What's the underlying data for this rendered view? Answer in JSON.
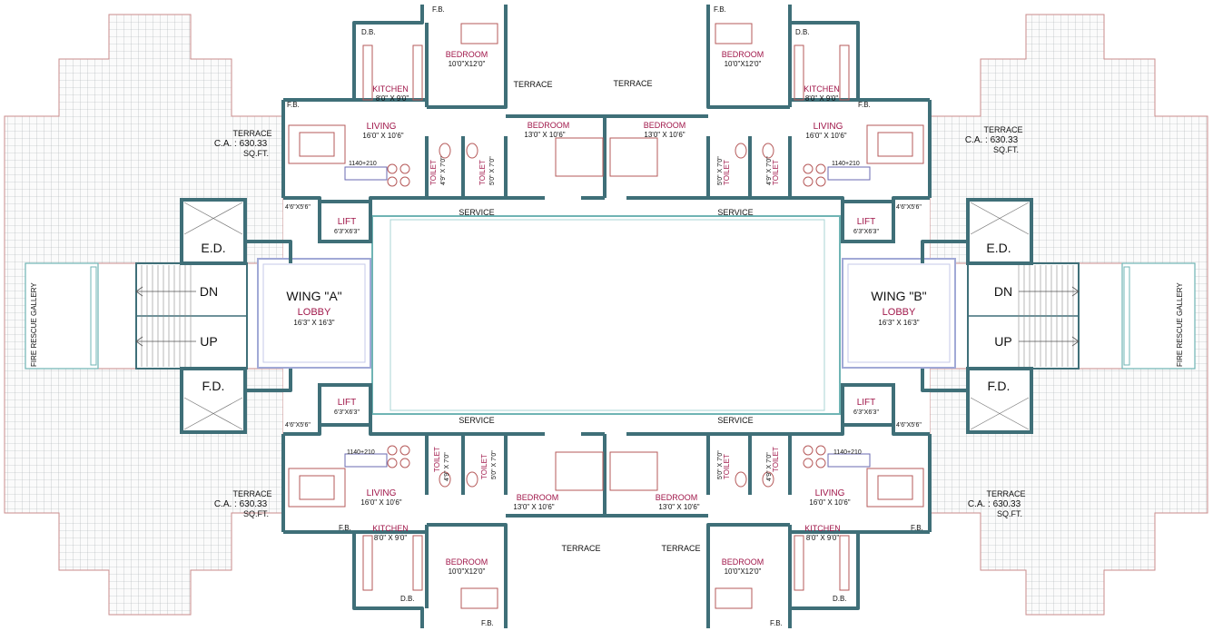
{
  "colors": {
    "wall": "#3f6f78",
    "wall_dark": "#2f5860",
    "grid": "#9aa3a7",
    "grid_fill": "#fbfbfb",
    "terrace_outline": "#c98b8b",
    "room_label": "#a0174a",
    "label_black": "#111111",
    "core_outline": "#6fb4b4",
    "furniture": "#b65a5a"
  },
  "wings": {
    "a": {
      "title": "WING \"A\"",
      "lobby": "LOBBY",
      "lobby_dim": "16'3\" X 16'3\""
    },
    "b": {
      "title": "WING \"B\"",
      "lobby": "LOBBY",
      "lobby_dim": "16'3\" X 16'3\""
    }
  },
  "stairs": {
    "dn": "DN",
    "up": "UP",
    "ed": "E.D.",
    "fd": "F.D.",
    "gallery": "FIRE RESCUE GALLERY"
  },
  "rooms": {
    "bedroom": "BEDROOM",
    "bedroom_small_dim": "10'0\"X12'0\"",
    "bedroom_large_dim": "13'0\" X 10'6\"",
    "kitchen": "KITCHEN",
    "kitchen_dim": "8'0\" X 9'0\"",
    "living": "LIVING",
    "living_dim": "16'0\" X 10'6\"",
    "toilet": "TOILET",
    "toilet_dim_a": "4'9\" X 7'0\"",
    "toilet_dim_b": "5'0\" X 7'0\"",
    "terrace": "TERRACE",
    "terrace_ca": "C.A. : 630.33",
    "terrace_unit": "SQ.FT.",
    "service": "SERVICE",
    "lift": "LIFT",
    "lift_dim": "6'3\"X6'3\"",
    "fb": "F.B.",
    "db": "D.B.",
    "window": "1140+210",
    "passage": "4'6\"X5'6\""
  }
}
